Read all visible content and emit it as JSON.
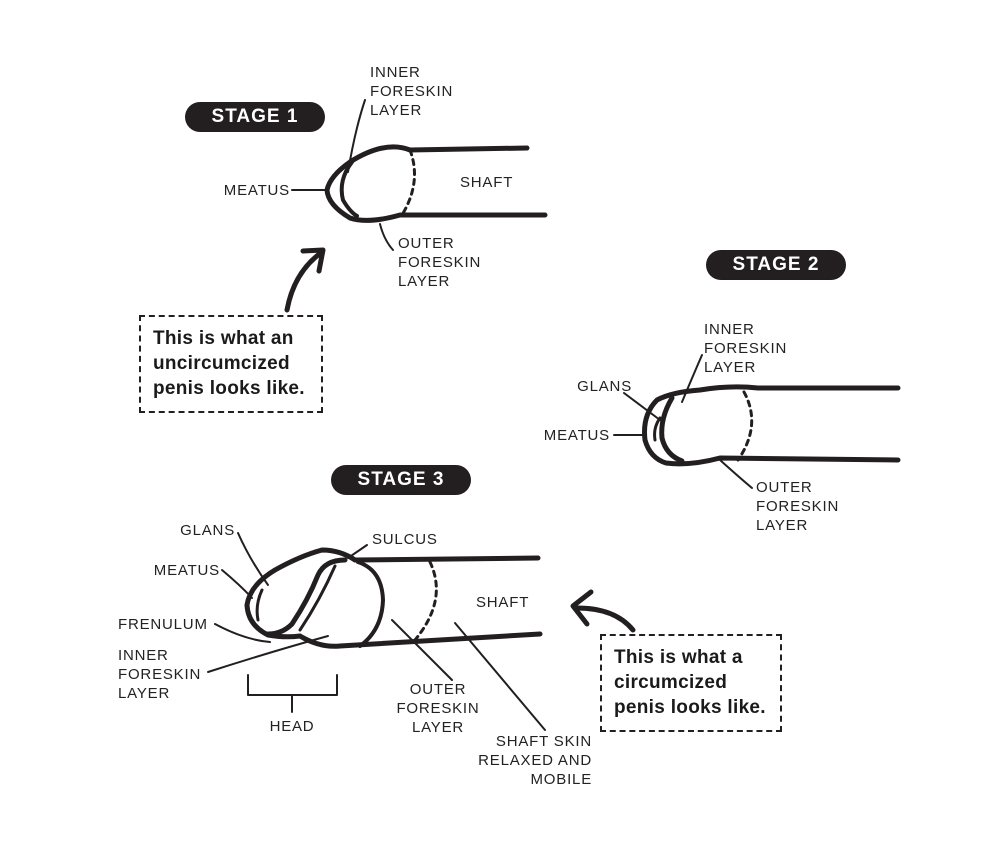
{
  "stages": {
    "stage1": "STAGE 1",
    "stage2": "STAGE 2",
    "stage3": "STAGE 3"
  },
  "labels": {
    "s1_inner": "INNER\nFORESKIN\nLAYER",
    "s1_meatus": "MEATUS",
    "s1_shaft": "SHAFT",
    "s1_outer": "OUTER\nFORESKIN\nLAYER",
    "s2_inner": "INNER\nFORESKIN\nLAYER",
    "s2_glans": "GLANS",
    "s2_meatus": "MEATUS",
    "s2_outer": "OUTER\nFORESKIN\nLAYER",
    "s3_glans": "GLANS",
    "s3_meatus": "MEATUS",
    "s3_sulcus": "SULCUS",
    "s3_shaft": "SHAFT",
    "s3_frenulum": "FRENULUM",
    "s3_inner": "INNER\nFORESKIN\nLAYER",
    "s3_head": "HEAD",
    "s3_outer": "OUTER\nFORESKIN\nLAYER",
    "s3_shaftskin": "SHAFT SKIN\nRELAXED AND\nMOBILE"
  },
  "notes": {
    "uncircumcized": "This is what an\nuncircumcized\npenis looks like.",
    "circumcized": "This is what a\ncircumcized\npenis looks like."
  }
}
